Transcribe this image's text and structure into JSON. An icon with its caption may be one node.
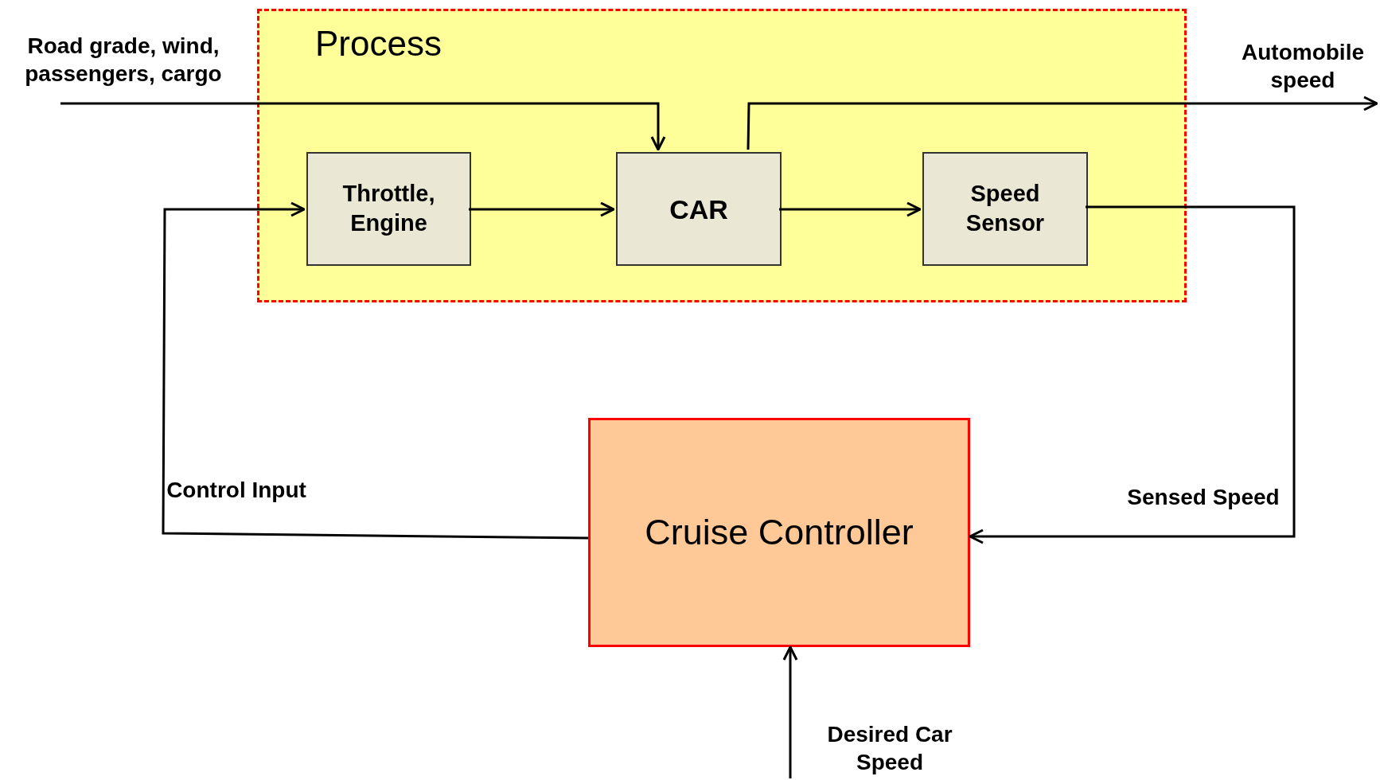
{
  "diagram": {
    "nodes": [
      {
        "text": [
          "Process"
        ]
      },
      {
        "text": [
          "Throttle, Engine"
        ],
        "in": 0
      },
      {
        "text": [
          "CAR"
        ],
        "in": 0
      },
      {
        "text": [
          "Speed Sensor"
        ],
        "in": 0
      },
      {
        "text": [
          "Cruise Controller"
        ]
      }
    ],
    "edges": [
      {
        "from": null,
        "to": 2,
        "arrow": "to",
        "label": "Road grade, wind, passengers, cargo"
      },
      {
        "from": 2,
        "to": null,
        "arrow": "to",
        "label": "Automobile speed"
      },
      {
        "from": 1,
        "to": 2,
        "arrow": "to"
      },
      {
        "from": 2,
        "to": 3,
        "arrow": "to"
      },
      {
        "from": 3,
        "to": 4,
        "arrow": "to",
        "label": "Sensed Speed"
      },
      {
        "from": 4,
        "to": 1,
        "arrow": "to",
        "label": "Control Input"
      },
      {
        "from": null,
        "to": 4,
        "arrow": "to",
        "label": "Desired Car Speed"
      }
    ]
  }
}
